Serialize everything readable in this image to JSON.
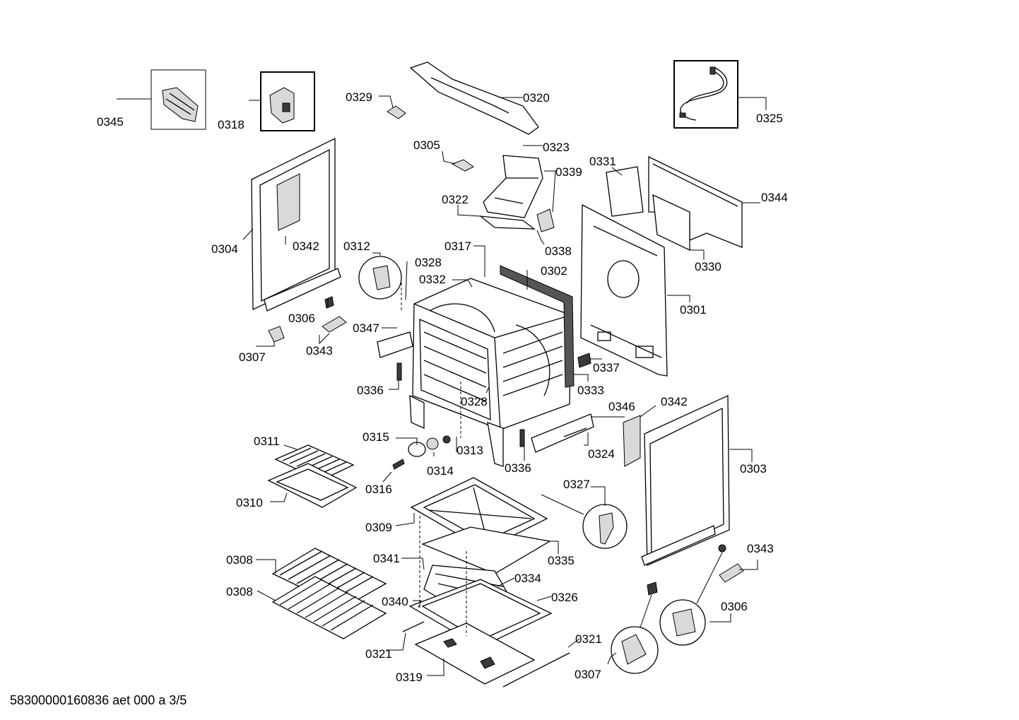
{
  "footer": "58300000160836 aet 000 a 3/5",
  "labels": {
    "l0345": "0345",
    "l0318": "0318",
    "l0329": "0329",
    "l0320": "0320",
    "l0325": "0325",
    "l0305": "0305",
    "l0323": "0323",
    "l0331": "0331",
    "l0339": "0339",
    "l0344": "0344",
    "l0322": "0322",
    "l0304": "0304",
    "l0342a": "0342",
    "l0312": "0312",
    "l0317": "0317",
    "l0338": "0338",
    "l0330": "0330",
    "l0328a": "0328",
    "l0302": "0302",
    "l0332": "0332",
    "l0301": "0301",
    "l0306a": "0306",
    "l0347": "0347",
    "l0343a": "0343",
    "l0307a": "0307",
    "l0337": "0337",
    "l0336a": "0336",
    "l0333": "0333",
    "l0328b": "0328",
    "l0346": "0346",
    "l0342b": "0342",
    "l0315": "0315",
    "l0311": "0311",
    "l0313": "0313",
    "l0324": "0324",
    "l0303": "0303",
    "l0314": "0314",
    "l0336b": "0336",
    "l0327": "0327",
    "l0316": "0316",
    "l0310": "0310",
    "l0309": "0309",
    "l0335": "0335",
    "l0343b": "0343",
    "l0308a": "0308",
    "l0341": "0341",
    "l0334": "0334",
    "l0308b": "0308",
    "l0326": "0326",
    "l0340": "0340",
    "l0306b": "0306",
    "l0321a": "0321",
    "l0321b": "0321",
    "l0307b": "0307",
    "l0319": "0319"
  }
}
